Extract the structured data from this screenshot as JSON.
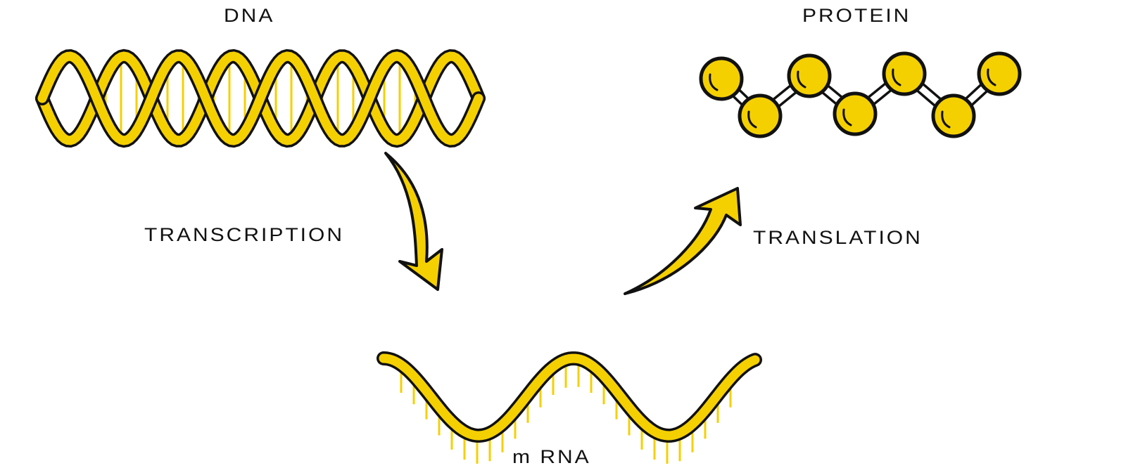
{
  "labels": {
    "dna": "DNA",
    "protein": "PROTEIN",
    "transcription": "TRANSCRIPTION",
    "translation": "TRANSLATION",
    "mrna": "m RNA"
  },
  "colors": {
    "yellow": "#f5d000",
    "outline": "#111111"
  },
  "protein_beads": 7
}
